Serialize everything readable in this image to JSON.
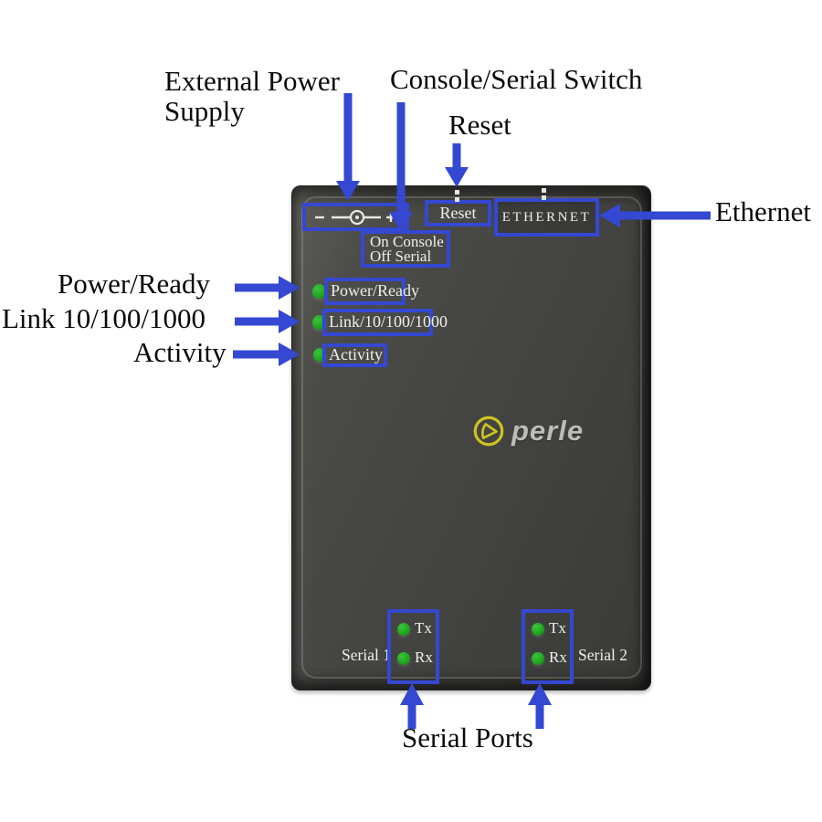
{
  "colors": {
    "accent": "#3448d2",
    "led-green": "#1ea51e",
    "logo-yellow": "#ccc41f",
    "logo-text": "#bcbcba",
    "device-label": "#efefec",
    "annotation": "#0a0a0a"
  },
  "annotations": {
    "external_power": {
      "line1": "External Power",
      "line2": "Supply"
    },
    "console_serial": "Console/Serial Switch",
    "reset": "Reset",
    "ethernet": "Ethernet",
    "power_ready": "Power/Ready",
    "link": "Link 10/100/1000",
    "activity": "Activity",
    "serial_ports": "Serial Ports"
  },
  "device": {
    "reset_label": "Reset",
    "ethernet_label": "ETHERNET",
    "switch": {
      "line1": "On Console",
      "line2": "Off Serial"
    },
    "leds": [
      {
        "label": "Power/Ready"
      },
      {
        "label": "Link/10/100/1000"
      },
      {
        "label": "Activity"
      }
    ],
    "serial_groups": [
      {
        "name": "Serial 1",
        "tx": "Tx",
        "rx": "Rx"
      },
      {
        "name": "Serial 2",
        "tx": "Tx",
        "rx": "Rx"
      }
    ],
    "logo_text": "perle"
  }
}
